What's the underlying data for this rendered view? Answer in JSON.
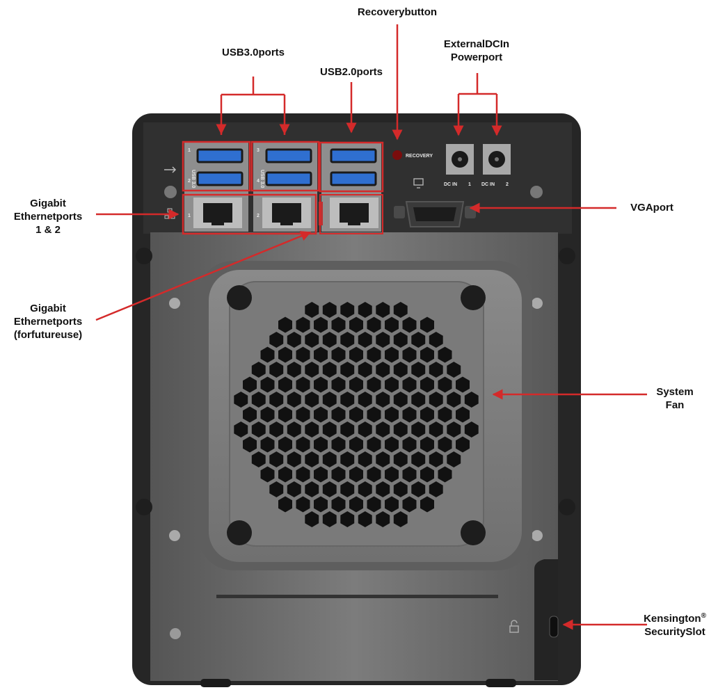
{
  "labels": {
    "usb30": [
      "USB3.0ports"
    ],
    "recovery_button": [
      "Recoverybutton"
    ],
    "dc_in": [
      "ExternalDCIn",
      "Powerport"
    ],
    "usb20": [
      "USB2.0ports"
    ],
    "gigabit_12": [
      "Gigabit",
      "Ethernetports",
      "1 & 2"
    ],
    "vga": [
      "VGAport"
    ],
    "gigabit_future": [
      "Gigabit",
      "Ethernetports",
      "(forfutureuse)"
    ],
    "system_fan": [
      "System",
      "Fan"
    ],
    "kensington": [
      "Kensington",
      "SecuritySlot"
    ],
    "kensington_mark": "®"
  },
  "device_text": {
    "recovery": "RECOVERY",
    "dc_in_1": "DC IN",
    "dc_in_2": "DC IN",
    "dc_in_1_num": "1",
    "dc_in_2_num": "2",
    "usb30_a": "USB 3.0",
    "usb30_b": "USB 3.0",
    "port_nums": [
      "1",
      "2",
      "3",
      "4",
      "1",
      "2"
    ]
  },
  "colors": {
    "annotation": "#d42a2a",
    "chassis": "#2a2a2a",
    "panel": "#6a6a6a",
    "usb_blue": "#2f6fd0"
  },
  "icons": [
    "usb-symbol-icon",
    "network-symbol-icon",
    "monitor-icon",
    "lock-icon",
    "power-icon"
  ]
}
